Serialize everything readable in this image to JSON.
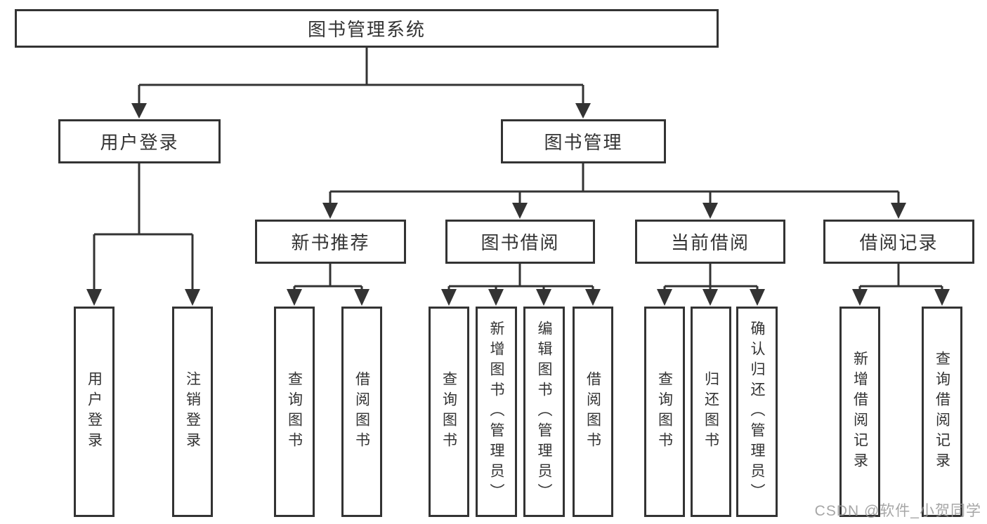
{
  "diagram": {
    "root": {
      "label": "图书管理系统"
    },
    "level2": [
      {
        "label": "用户登录"
      },
      {
        "label": "图书管理"
      }
    ],
    "level3": [
      {
        "label": "新书推荐"
      },
      {
        "label": "图书借阅"
      },
      {
        "label": "当前借阅"
      },
      {
        "label": "借阅记录"
      }
    ],
    "leaves": [
      {
        "label": "用户登录"
      },
      {
        "label": "注销登录"
      },
      {
        "label": "查询图书"
      },
      {
        "label": "借阅图书"
      },
      {
        "label": "查询图书"
      },
      {
        "label": "新增图书（管理员）"
      },
      {
        "label": "编辑图书（管理员）"
      },
      {
        "label": "借阅图书"
      },
      {
        "label": "查询图书"
      },
      {
        "label": "归还图书"
      },
      {
        "label": "确认归还（管理员）"
      },
      {
        "label": "新增借阅记录"
      },
      {
        "label": "查询借阅记录"
      }
    ]
  },
  "colors": {
    "line": "#333333",
    "watermark_gray": "#969696"
  },
  "watermark": {
    "text": "CSDN @软件_小贺同学"
  }
}
